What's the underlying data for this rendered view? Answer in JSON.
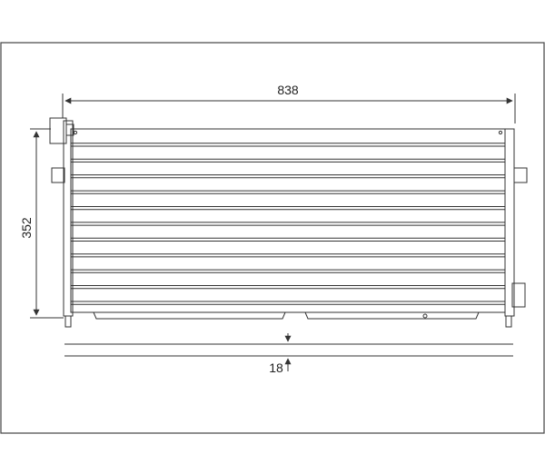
{
  "drawing": {
    "width_value": "838",
    "height_value": "352",
    "thickness_value": "18"
  },
  "colors": {
    "line": "#333333",
    "background": "#ffffff",
    "border": "#444444"
  }
}
